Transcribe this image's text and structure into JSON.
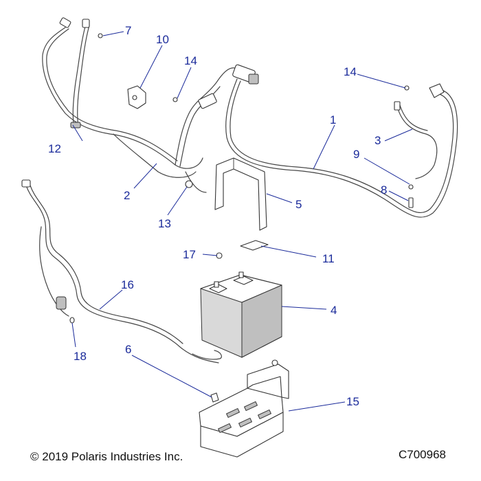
{
  "diagram": {
    "callouts": [
      {
        "id": "c1",
        "label": "1"
      },
      {
        "id": "c2",
        "label": "2"
      },
      {
        "id": "c3",
        "label": "3"
      },
      {
        "id": "c4",
        "label": "4"
      },
      {
        "id": "c5",
        "label": "5"
      },
      {
        "id": "c6",
        "label": "6"
      },
      {
        "id": "c7",
        "label": "7"
      },
      {
        "id": "c8",
        "label": "8"
      },
      {
        "id": "c9",
        "label": "9"
      },
      {
        "id": "c10",
        "label": "10"
      },
      {
        "id": "c11",
        "label": "11"
      },
      {
        "id": "c12",
        "label": "12"
      },
      {
        "id": "c13",
        "label": "13"
      },
      {
        "id": "c14a",
        "label": "14"
      },
      {
        "id": "c14b",
        "label": "14"
      },
      {
        "id": "c15",
        "label": "15"
      },
      {
        "id": "c16",
        "label": "16"
      },
      {
        "id": "c17",
        "label": "17"
      },
      {
        "id": "c18",
        "label": "18"
      }
    ],
    "copyright": "© 2019 Polaris Industries Inc.",
    "figure_code": "C700968",
    "colors": {
      "callout": "#1a2a9a",
      "line_art": "#333333",
      "battery_body": "#d9d9d9"
    }
  }
}
